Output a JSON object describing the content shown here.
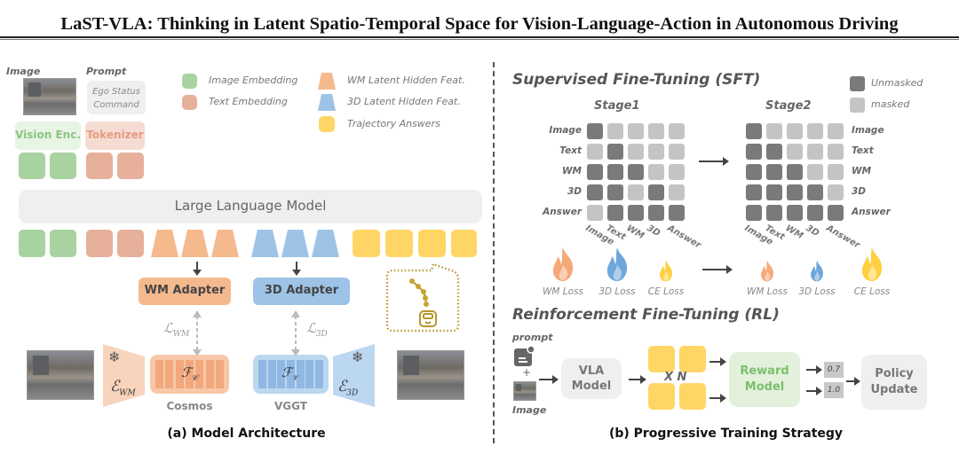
{
  "title": "LaST-VLA: Thinking in Latent Spatio-Temporal Space for Vision-Language-Action in Autonomous Driving",
  "left_panel": {
    "caption": "(a) Model Architecture",
    "inputs": {
      "image_label": "Image",
      "prompt_label": "Prompt",
      "prompt_lines": [
        "Ego Status",
        "Command"
      ],
      "vision_encoder": "Vision Enc.",
      "tokenizer": "Tokenizer"
    },
    "legend": [
      {
        "name": "Image Embedding",
        "color": "#a8d3a0",
        "shape": "square"
      },
      {
        "name": "Text Embedding",
        "color": "#e6b09b",
        "shape": "square"
      },
      {
        "name": "WM Latent Hidden Feat.",
        "color": "#f5b98e",
        "shape": "trapezoid"
      },
      {
        "name": "3D Latent Hidden Feat.",
        "color": "#9dc3e6",
        "shape": "trapezoid"
      },
      {
        "name": "Trajectory Answers",
        "color": "#ffd666",
        "shape": "square"
      }
    ],
    "llm_label": "Large Language Model",
    "wm_adapter": "WM Adapter",
    "adapter_3d": "3D Adapter",
    "loss_wm": "ℒ",
    "loss_wm_sub": "WM",
    "loss_3d": "ℒ",
    "loss_3d_sub": "3D",
    "enc_wm": "ℰ",
    "enc_wm_sub": "WM",
    "enc_3d": "ℰ",
    "enc_3d_sub": "3D",
    "feat_c": "ℱ",
    "feat_c_sub": "𝒞",
    "feat_v": "ℱ",
    "feat_v_sub": "𝒱",
    "cosmos_label": "Cosmos",
    "vggt_label": "VGGT",
    "icons": {
      "frozen": "snowflake-icon",
      "trajectory": "trajectory-car-icon"
    }
  },
  "right_panel": {
    "caption": "(b) Progressive Training Strategy",
    "sft_title": "Supervised Fine-Tuning (SFT)",
    "mask_legend": [
      {
        "name": "Unmasked",
        "color": "#7a7a7a"
      },
      {
        "name": "masked",
        "color": "#c4c4c4"
      }
    ],
    "tokens": [
      "Image",
      "Text",
      "WM",
      "3D",
      "Answer"
    ],
    "stage1": {
      "title": "Stage1",
      "matrix": [
        [
          1,
          0,
          0,
          0,
          0
        ],
        [
          0,
          1,
          0,
          0,
          0
        ],
        [
          1,
          1,
          1,
          0,
          0
        ],
        [
          1,
          1,
          0,
          1,
          0
        ],
        [
          0,
          1,
          1,
          1,
          1
        ]
      ]
    },
    "stage2": {
      "title": "Stage2",
      "matrix": [
        [
          1,
          0,
          0,
          0,
          0
        ],
        [
          1,
          1,
          0,
          0,
          0
        ],
        [
          1,
          1,
          1,
          0,
          0
        ],
        [
          1,
          1,
          1,
          1,
          0
        ],
        [
          1,
          1,
          1,
          1,
          1
        ]
      ]
    },
    "losses_stage1": [
      {
        "label": "WM Loss",
        "color": "#f5a97a",
        "weight": "large"
      },
      {
        "label": "3D Loss",
        "color": "#6fa6dc",
        "weight": "large"
      },
      {
        "label": "CE Loss",
        "color": "#ffcf3f",
        "weight": "small"
      }
    ],
    "losses_stage2": [
      {
        "label": "WM Loss",
        "color": "#f5a97a",
        "weight": "small"
      },
      {
        "label": "3D Loss",
        "color": "#6fa6dc",
        "weight": "small"
      },
      {
        "label": "CE Loss",
        "color": "#ffcf3f",
        "weight": "large"
      }
    ],
    "rl_title": "Reinforcement Fine-Tuning (RL)",
    "rl": {
      "prompt_label": "prompt",
      "plus": "+",
      "image_label": "Image",
      "vla_model": [
        "VLA",
        "Model"
      ],
      "samples_label": "X N",
      "reward_model": [
        "Reward",
        "Model"
      ],
      "scores": [
        "0.7",
        "1.0"
      ],
      "policy_update": [
        "Policy",
        "Update"
      ]
    }
  }
}
